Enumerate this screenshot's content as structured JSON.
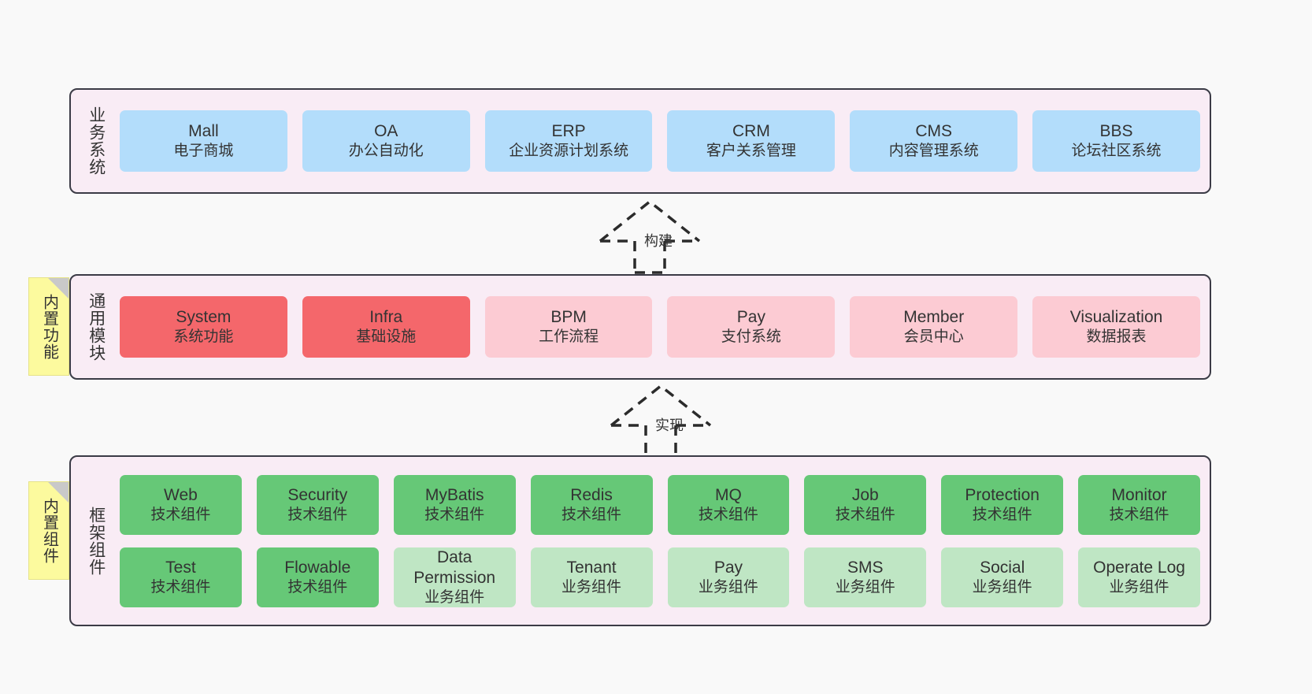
{
  "diagram": {
    "title": "",
    "background_color": "#f9f9f9",
    "band_background_color": "#f9ecf5",
    "band_border_color": "#3b3b46",
    "note_color": "#fcfa9e"
  },
  "bands": [
    {
      "id": "business",
      "label": "业务系统",
      "rows": [
        [
          {
            "name": "Mall",
            "desc": "电子商城",
            "color": "#b3ddfb"
          },
          {
            "name": "OA",
            "desc": "办公自动化",
            "color": "#b3ddfb"
          },
          {
            "name": "ERP",
            "desc": "企业资源计划系统",
            "color": "#b3ddfb"
          },
          {
            "name": "CRM",
            "desc": "客户关系管理",
            "color": "#b3ddfb"
          },
          {
            "name": "CMS",
            "desc": "内容管理系统",
            "color": "#b3ddfb"
          },
          {
            "name": "BBS",
            "desc": "论坛社区系统",
            "color": "#b3ddfb"
          }
        ]
      ]
    },
    {
      "id": "common",
      "label": "通用模块",
      "note": "内置功能",
      "rows": [
        [
          {
            "name": "System",
            "desc": "系统功能",
            "color": "#f4676b"
          },
          {
            "name": "Infra",
            "desc": "基础设施",
            "color": "#f4676b"
          },
          {
            "name": "BPM",
            "desc": "工作流程",
            "color": "#fccbd3"
          },
          {
            "name": "Pay",
            "desc": "支付系统",
            "color": "#fccbd3"
          },
          {
            "name": "Member",
            "desc": "会员中心",
            "color": "#fccbd3"
          },
          {
            "name": "Visualization",
            "desc": "数据报表",
            "color": "#fccbd3"
          }
        ]
      ]
    },
    {
      "id": "frame",
      "label": "框架组件",
      "note": "内置组件",
      "rows": [
        [
          {
            "name": "Web",
            "desc": "技术组件",
            "color": "#66c877"
          },
          {
            "name": "Security",
            "desc": "技术组件",
            "color": "#66c877"
          },
          {
            "name": "MyBatis",
            "desc": "技术组件",
            "color": "#66c877"
          },
          {
            "name": "Redis",
            "desc": "技术组件",
            "color": "#66c877"
          },
          {
            "name": "MQ",
            "desc": "技术组件",
            "color": "#66c877"
          },
          {
            "name": "Job",
            "desc": "技术组件",
            "color": "#66c877"
          },
          {
            "name": "Protection",
            "desc": "技术组件",
            "color": "#66c877"
          },
          {
            "name": "Monitor",
            "desc": "技术组件",
            "color": "#66c877"
          }
        ],
        [
          {
            "name": "Test",
            "desc": "技术组件",
            "color": "#66c877"
          },
          {
            "name": "Flowable",
            "desc": "技术组件",
            "color": "#66c877"
          },
          {
            "name": "Data Permission",
            "desc": "业务组件",
            "color": "#bfe6c4"
          },
          {
            "name": "Tenant",
            "desc": "业务组件",
            "color": "#bfe6c4"
          },
          {
            "name": "Pay",
            "desc": "业务组件",
            "color": "#bfe6c4"
          },
          {
            "name": "SMS",
            "desc": "业务组件",
            "color": "#bfe6c4"
          },
          {
            "name": "Social",
            "desc": "业务组件",
            "color": "#bfe6c4"
          },
          {
            "name": "Operate Log",
            "desc": "业务组件",
            "color": "#bfe6c4"
          }
        ]
      ]
    }
  ],
  "connectors": [
    {
      "id": "build",
      "label": "构建",
      "style": "dashed-generalization",
      "direction": "up"
    },
    {
      "id": "impl",
      "label": "实现",
      "style": "dashed-generalization",
      "direction": "up"
    }
  ]
}
